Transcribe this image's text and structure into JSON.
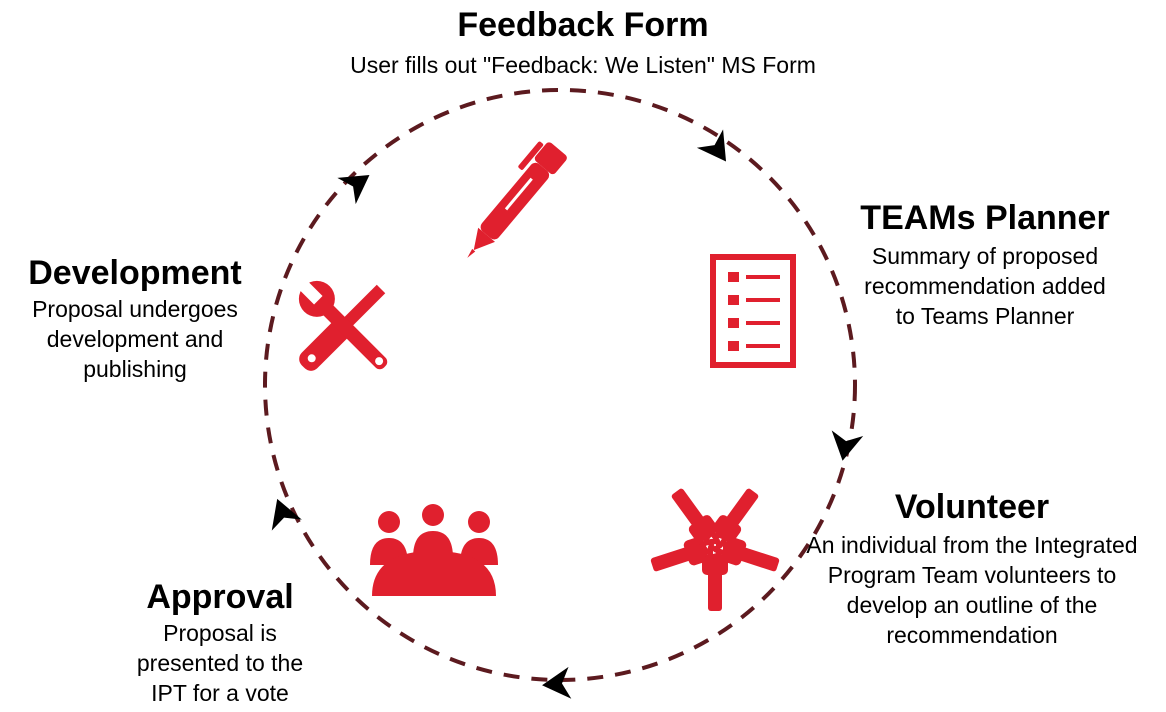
{
  "colors": {
    "ring": "#5c1a1f",
    "icon": "#e0202e",
    "arrow": "#000000"
  },
  "steps": [
    {
      "title": "Feedback Form",
      "description": "User fills out \"Feedback: We Listen\" MS Form",
      "icon": "pen-icon"
    },
    {
      "title": "TEAMs Planner",
      "description": "Summary of proposed recommendation added to Teams Planner",
      "icon": "checklist-icon"
    },
    {
      "title": "Volunteer",
      "description": "An individual from the Integrated Program Team volunteers to develop an outline of the recommendation",
      "icon": "hands-icon"
    },
    {
      "title": "Approval",
      "description": "Proposal is presented to the IPT for a vote",
      "icon": "meeting-icon"
    },
    {
      "title": "Development",
      "description": "Proposal undergoes development and publishing",
      "icon": "tools-icon"
    }
  ]
}
